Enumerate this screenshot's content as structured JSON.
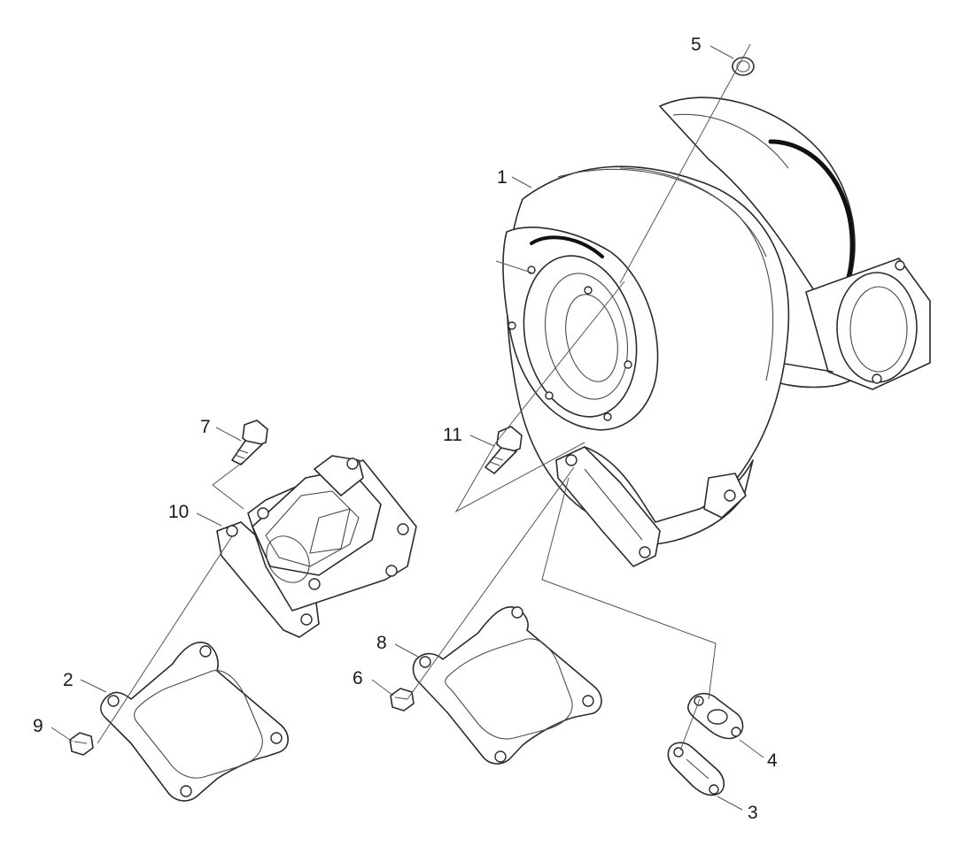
{
  "callouts": {
    "c1": "1",
    "c2": "2",
    "c3": "3",
    "c4": "4",
    "c5": "5",
    "c6": "6",
    "c7": "7",
    "c8": "8",
    "c9": "9",
    "c10": "10",
    "c11": "11"
  },
  "colors": {
    "line": "#2b2b2b",
    "background": "#ffffff"
  }
}
